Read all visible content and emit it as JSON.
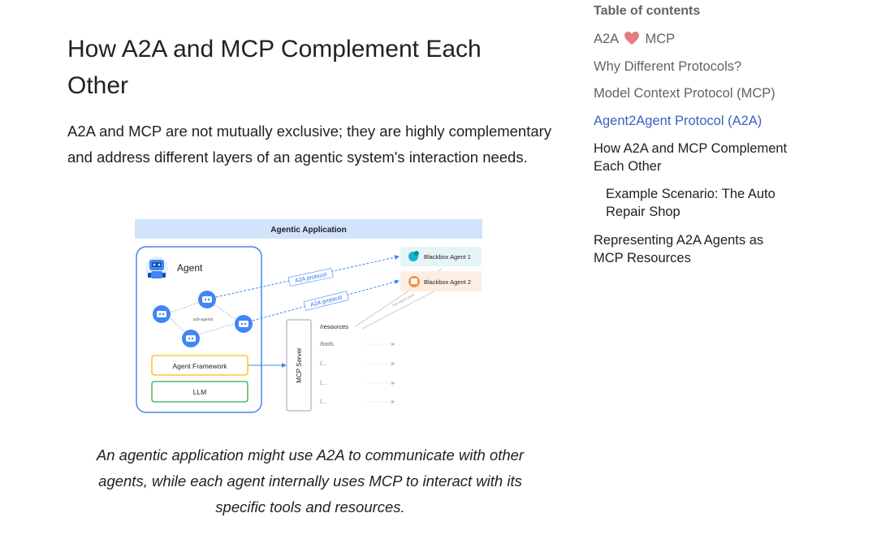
{
  "article": {
    "title": "How A2A and MCP Complement Each Other",
    "intro": "A2A and MCP are not mutually exclusive; they are highly complementary and address different layers of an agentic system's interaction needs.",
    "caption": "An agentic application might use A2A to communicate with other agents, while each agent internally uses MCP to interact with its specific tools and resources."
  },
  "diagram": {
    "header": "Agentic Application",
    "agent_label": "Agent",
    "sub_agents_label": "sub-agents",
    "framework_label": "Agent Framework",
    "llm_label": "LLM",
    "mcp_server_label": "MCP Server",
    "a2a_label_1": "A2A protocol",
    "a2a_label_2": "A2A protocol",
    "blackbox_1": "Blackbox Agent 1",
    "blackbox_2": "Blackbox Agent 2",
    "agent_card_label": "Get agent card",
    "resources": [
      "/resources",
      "/tools",
      "/...",
      "/...",
      "/..."
    ],
    "colors": {
      "header_fill": "#d2e3fc",
      "agent_border": "#4285f4",
      "framework_border": "#fbbc04",
      "llm_border": "#34a853",
      "a2a_arrow": "#4285f4"
    }
  },
  "toc": {
    "title": "Table of contents",
    "items": [
      {
        "label_a": "A2A",
        "icon": "heart-icon",
        "label_b": "MCP"
      },
      {
        "label": "Why Different Protocols?"
      },
      {
        "label": "Model Context Protocol (MCP)"
      },
      {
        "label": "Agent2Agent Protocol (A2A)"
      },
      {
        "label": "How A2A and MCP Complement Each Other"
      },
      {
        "label": "Example Scenario: The Auto Repair Shop"
      },
      {
        "label": "Representing A2A Agents as MCP Resources"
      }
    ]
  }
}
